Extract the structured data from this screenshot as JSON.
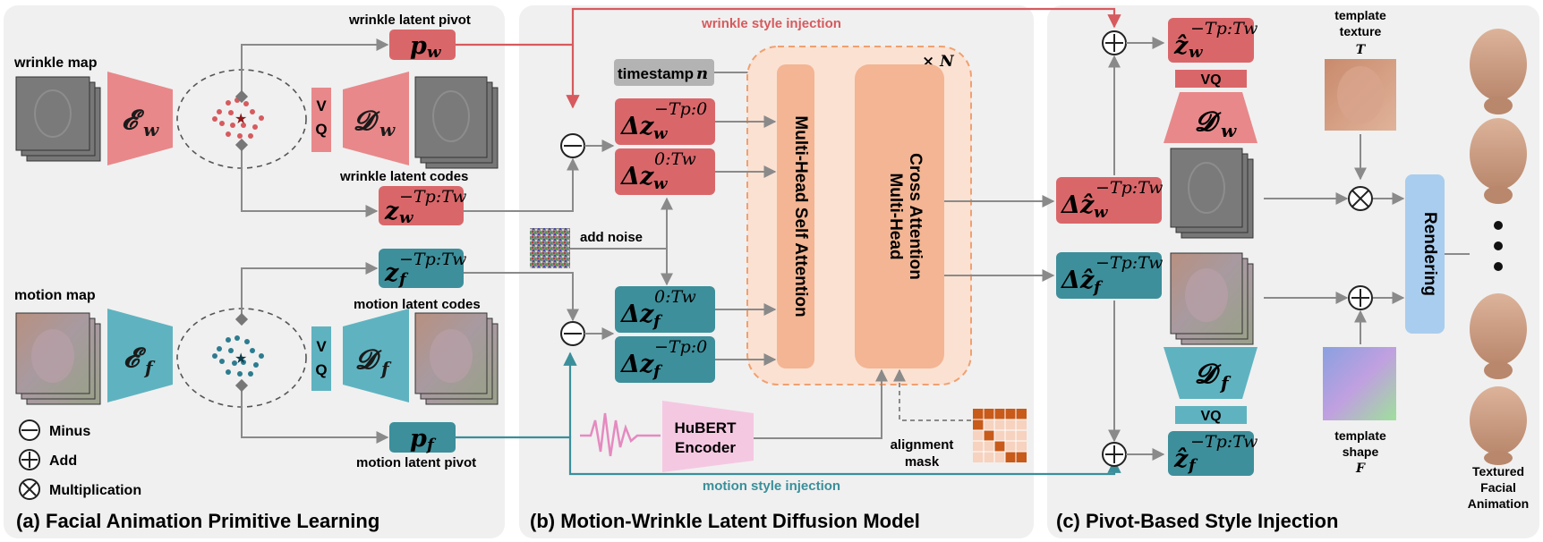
{
  "sections": {
    "a": "(a) Facial Animation Primitive Learning",
    "b": "(b) Motion-Wrinkle Latent Diffusion Model",
    "c": "(c) Pivot-Based Style Injection"
  },
  "panel_a": {
    "wrinkle_map": "wrinkle map",
    "motion_map": "motion map",
    "wrinkle_pivot": "wrinkle latent pivot",
    "wrinkle_codes": "wrinkle latent codes",
    "motion_codes": "motion latent codes",
    "motion_pivot": "motion latent pivot",
    "vq_v": "V",
    "vq_q": "Q",
    "enc_w": "𝓔",
    "enc_w_sub": "w",
    "dec_w": "𝓓",
    "dec_w_sub": "w",
    "enc_f": "𝓔",
    "enc_f_sub": "f",
    "dec_f": "𝓓",
    "dec_f_sub": "f",
    "p_w": "p",
    "p_w_sub": "w",
    "p_f": "p",
    "p_f_sub": "f",
    "z_w": "z",
    "z_w_sub": "w",
    "z_f": "z",
    "z_f_sub": "f",
    "z_sup": "−Tp:Tw"
  },
  "legend": {
    "minus": "Minus",
    "add": "Add",
    "mult": "Multiplication"
  },
  "panel_b": {
    "wrinkle_injection": "wrinkle style injection",
    "motion_injection": "motion style injection",
    "timestamp": "timestamp",
    "timestamp_var": "n",
    "add_noise": "add noise",
    "self_attention": "Multi-Head Self Attention",
    "cross_attention_1": "Multi-Head",
    "cross_attention_2": "Cross Attention",
    "repeat": "× N",
    "hubert_1": "HuBERT",
    "hubert_2": "Encoder",
    "alignment_1": "alignment",
    "alignment_2": "mask",
    "dz": "Δz",
    "dz_w_sub": "w",
    "dz_f_sub": "f",
    "sup_past": "−Tp:0",
    "sup_future": "0:Tw"
  },
  "panel_c": {
    "template_texture": "template texture",
    "texture_symbol": "T",
    "template_shape": "template shape",
    "shape_symbol": "F",
    "rendering": "Rendering",
    "vq": "VQ",
    "textured_1": "Textured",
    "textured_2": "Facial",
    "textured_3": "Animation",
    "dz_hat": "Δẑ",
    "z_hat": "ẑ",
    "sup": "−Tp:Tw",
    "sub_w": "w",
    "sub_f": "f",
    "dec_w": "𝓓",
    "dec_f": "𝓓"
  },
  "colors": {
    "red": "#d9676a",
    "red_light": "#e8888a",
    "teal": "#3d8f9b",
    "teal_light": "#5fb3c0",
    "orange": "#f3b593",
    "orange_bg": "#fbe1d2",
    "gray_arrow": "#8a8a8a",
    "panel_bg": "#f0f0f0",
    "hubert": "#f5c8e2",
    "rendering": "#a9cdee",
    "inj_red": "#d65a5e",
    "inj_teal": "#3a8f9a"
  }
}
